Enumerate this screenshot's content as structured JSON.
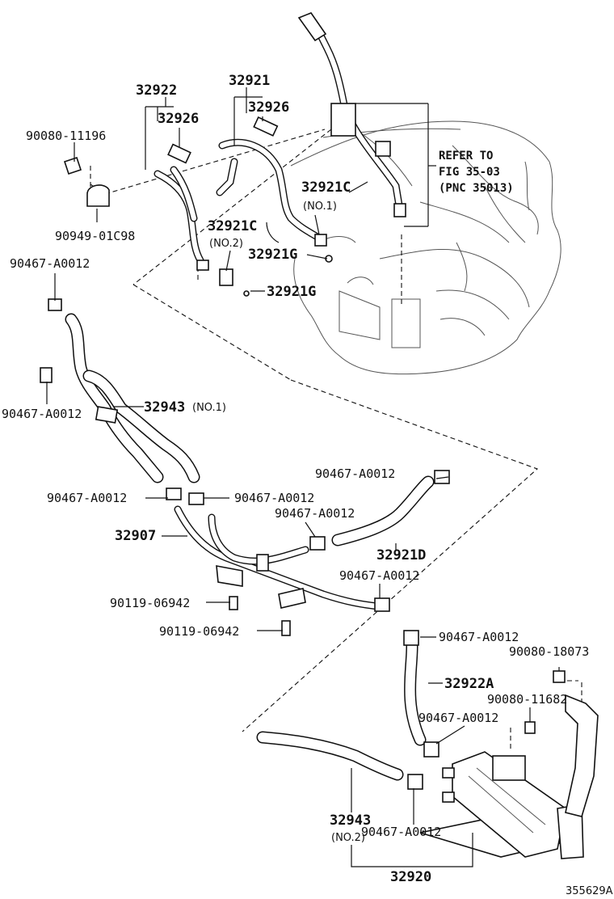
{
  "diagram_id": "355629A",
  "refer": {
    "line1": "REFER TO",
    "line2": "FIG 35-03",
    "line3": "(PNC 35013)"
  },
  "labels": {
    "p32922": "32922",
    "p32921": "32921",
    "p32926_a": "32926",
    "p32926_b": "32926",
    "p90080_11196": "90080-11196",
    "p90949_01c98": "90949-01C98",
    "p32921c_1": "32921C",
    "no1_a": "(NO.1)",
    "p32921c_2": "32921C",
    "no2_a": "(NO.2)",
    "p32921g_1": "32921G",
    "p32921g_2": "32921G",
    "p90467_a": "90467-A0012",
    "p90467_b": "90467-A0012",
    "p32943_1": "32943",
    "no1_b": "(NO.1)",
    "p90467_c": "90467-A0012",
    "p90467_d": "90467-A0012",
    "p90467_e": "90467-A0012",
    "p90467_f": "90467-A0012",
    "p32907": "32907",
    "p32921d": "32921D",
    "p90467_g": "90467-A0012",
    "p90119_a": "90119-06942",
    "p90119_b": "90119-06942",
    "p90467_h": "90467-A0012",
    "p90080_18073": "90080-18073",
    "p32922a": "32922A",
    "p90080_11682": "90080-11682",
    "p90467_i": "90467-A0012",
    "p32943_2": "32943",
    "no2_b": "(NO.2)",
    "p90467_j": "90467-A0012",
    "p32920": "32920"
  }
}
